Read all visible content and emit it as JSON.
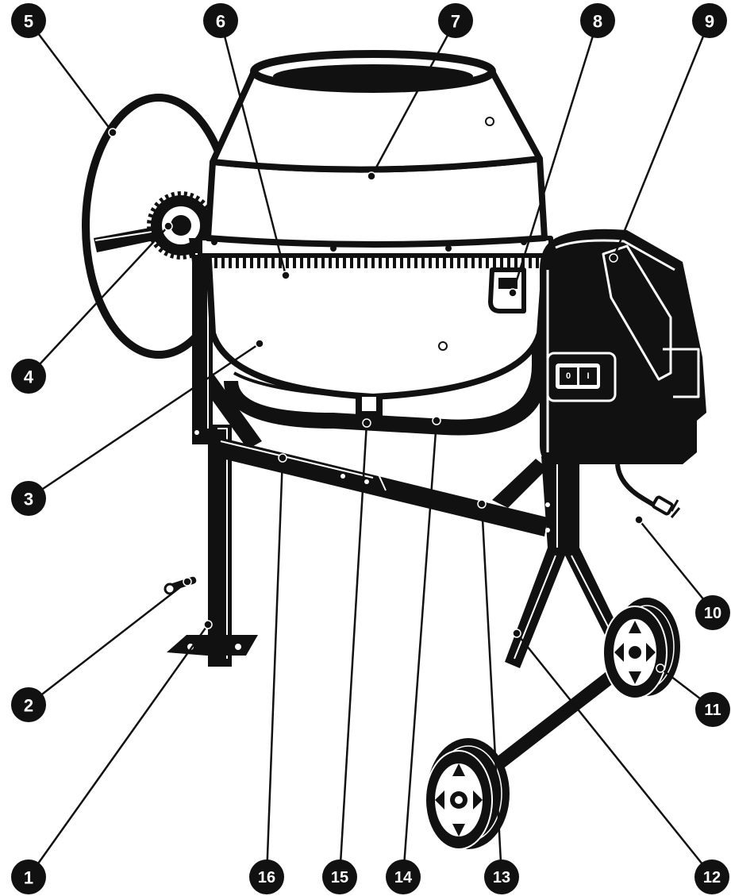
{
  "colors": {
    "ink": "#111111",
    "paper": "#ffffff"
  },
  "callouts": [
    {
      "id": 1,
      "label": "1"
    },
    {
      "id": 2,
      "label": "2"
    },
    {
      "id": 3,
      "label": "3"
    },
    {
      "id": 4,
      "label": "4"
    },
    {
      "id": 5,
      "label": "5"
    },
    {
      "id": 6,
      "label": "6"
    },
    {
      "id": 7,
      "label": "7"
    },
    {
      "id": 8,
      "label": "8"
    },
    {
      "id": 9,
      "label": "9"
    },
    {
      "id": 10,
      "label": "10"
    },
    {
      "id": 11,
      "label": "11"
    },
    {
      "id": 12,
      "label": "12"
    },
    {
      "id": 13,
      "label": "13"
    },
    {
      "id": 14,
      "label": "14"
    },
    {
      "id": 15,
      "label": "15"
    },
    {
      "id": 16,
      "label": "16"
    }
  ]
}
